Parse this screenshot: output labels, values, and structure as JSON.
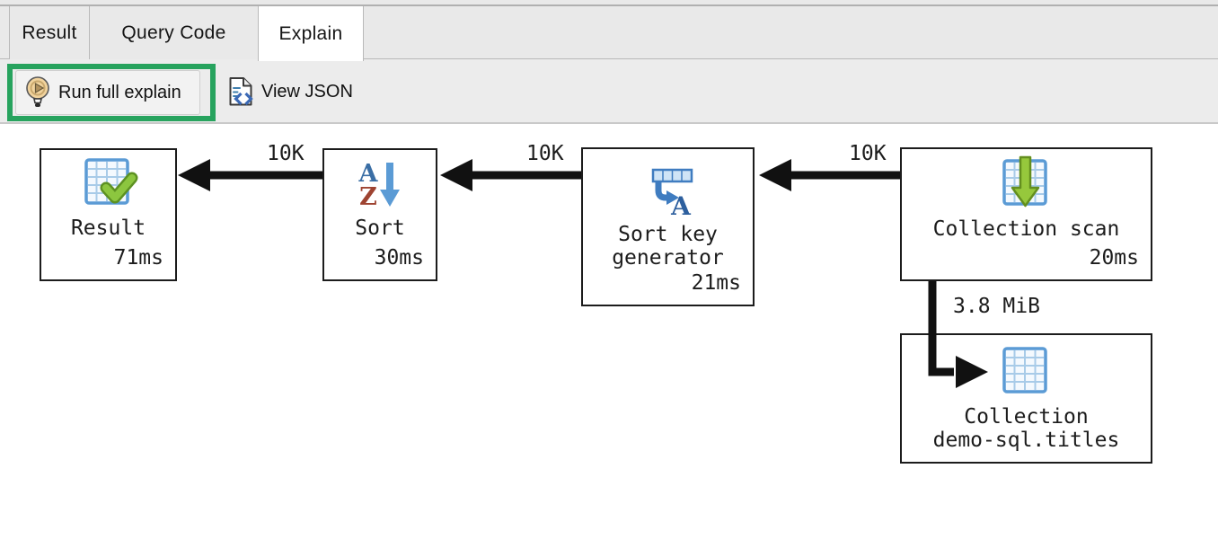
{
  "tabs": [
    {
      "label": "Result",
      "active": false
    },
    {
      "label": "Query Code",
      "active": false
    },
    {
      "label": "Explain",
      "active": true
    }
  ],
  "toolbar": {
    "run_full_explain_label": "Run full explain",
    "view_json_label": "View JSON",
    "highlight_color": "#27a35e"
  },
  "diagram": {
    "nodes": [
      {
        "id": "result",
        "lines": [
          "Result"
        ],
        "time": "71ms",
        "icon": "table-check-icon"
      },
      {
        "id": "sort",
        "lines": [
          "Sort"
        ],
        "time": "30ms",
        "icon": "sort-az-icon"
      },
      {
        "id": "sort-key-generator",
        "lines": [
          "Sort key",
          "generator"
        ],
        "time": "21ms",
        "icon": "sort-key-generator-icon"
      },
      {
        "id": "collection-scan",
        "lines": [
          "Collection scan"
        ],
        "time": "20ms",
        "icon": "collection-scan-icon"
      },
      {
        "id": "collection",
        "lines": [
          "Collection",
          "demo-sql.titles"
        ],
        "icon": "table-icon"
      }
    ],
    "edges": [
      {
        "from": "sort",
        "to": "result",
        "label": "10K"
      },
      {
        "from": "sort-key-generator",
        "to": "sort",
        "label": "10K"
      },
      {
        "from": "collection-scan",
        "to": "sort-key-generator",
        "label": "10K"
      },
      {
        "from": "collection-scan",
        "to": "collection",
        "label": "3.8 MiB"
      }
    ]
  }
}
